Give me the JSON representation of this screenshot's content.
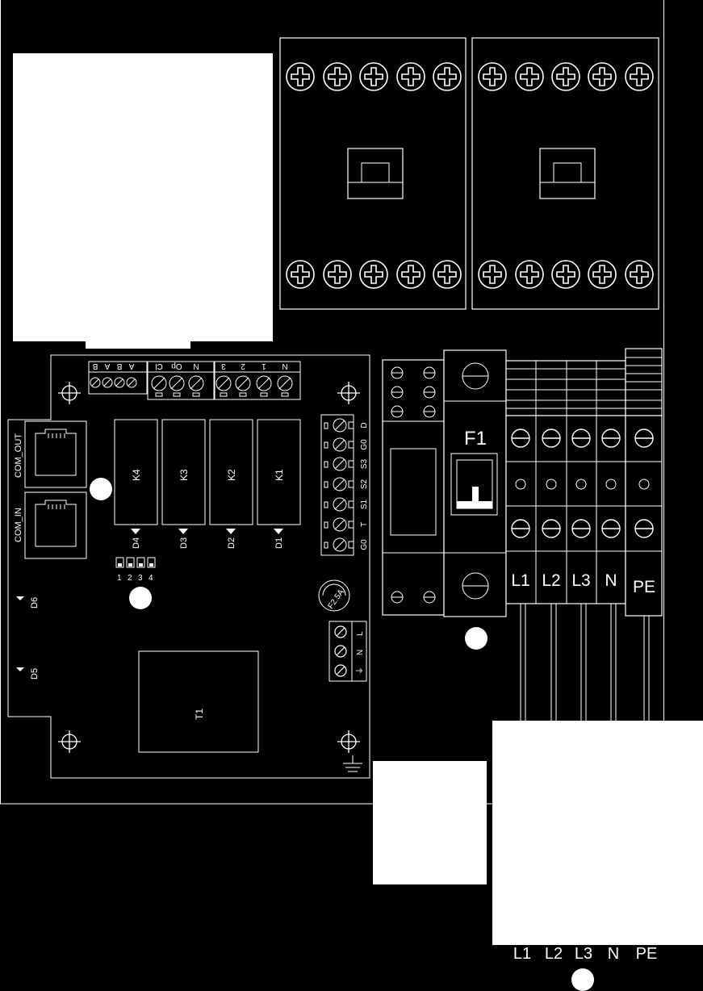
{
  "diagram": {
    "pcb_terminal_labels": [
      "B",
      "A",
      "B",
      "A",
      "Cl",
      "Op",
      "N",
      "3",
      "2",
      "1",
      "N"
    ],
    "right_terminal_labels": [
      "D",
      "G0",
      "S3",
      "S2",
      "S1",
      "T",
      "G0"
    ],
    "relays": [
      "K4",
      "K3",
      "K2",
      "K1"
    ],
    "diodes": [
      "D4",
      "D3",
      "D2",
      "D1"
    ],
    "side_diodes": [
      "D6",
      "D5"
    ],
    "ports": [
      "COM_OUT",
      "COM_IN"
    ],
    "dip_switch_numbers": [
      "1",
      "2",
      "3",
      "4"
    ],
    "fuse_label": "F2.5A",
    "power_terminal_labels": [
      "L",
      "N",
      "⏚"
    ],
    "transformer": "T1",
    "breaker": "F1",
    "terminal_block_labels": [
      "L1",
      "L2",
      "L3",
      "N",
      "PE"
    ],
    "bottom_labels": [
      "L1",
      "L2",
      "L3",
      "N",
      "PE"
    ]
  }
}
